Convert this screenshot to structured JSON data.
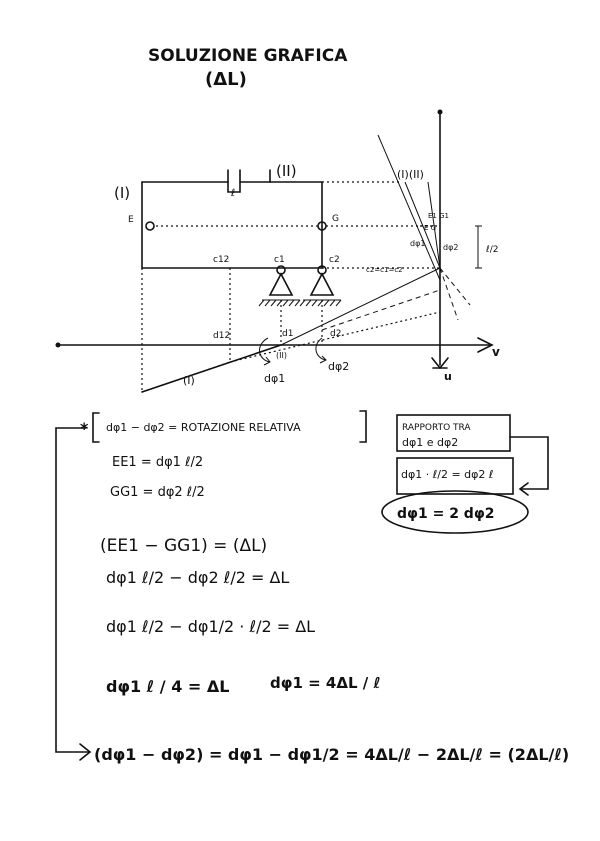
{
  "title": {
    "line1": "SOLUZIONE GRAFICA",
    "line2": "(ΔL)"
  },
  "diagram": {
    "body_I": "(I)",
    "body_II": "(II)",
    "point_E": "E",
    "point_G": "G",
    "point_c12": "c12",
    "point_c1": "c1",
    "point_c2": "c2",
    "point_d12": "d12",
    "point_d1": "d1",
    "point_d2": "d2",
    "label_l_top": "ℓ",
    "label_c_eq": "c2=c1=c2",
    "axis_v": "v",
    "axis_u": "u",
    "dphi1_low": "dφ1",
    "dphi2_low": "dφ2",
    "II_small": "(II)",
    "I_lower": "(I)",
    "right_I_II": "(I)(II)",
    "right_E1G1": "E1 G1",
    "right_E_G": "E G",
    "right_dphi1": "dφ1",
    "right_dphi2": "dφ2",
    "right_l_over_2": "ℓ/2"
  },
  "relation_box": {
    "bracket_star": "*",
    "text": "dφ1 − dφ2 = ROTAZIONE RELATIVA"
  },
  "ratio_box": {
    "line1": "RAPPORTO TRA",
    "line2": "dφ1 e dφ2",
    "eq1": "dφ1 · ℓ/2 = dφ2 ℓ",
    "eq2": "dφ1 = 2 dφ2"
  },
  "equations": {
    "ee1": "EE1 = dφ1 ℓ/2",
    "gg1": "GG1 = dφ2 ℓ/2",
    "e1": "(EE1 − GG1) = (ΔL)",
    "e2": "dφ1 ℓ/2 − dφ2 ℓ/2 = ΔL",
    "e3": "dφ1 ℓ/2 − dφ1/2 · ℓ/2 = ΔL",
    "e4a": "dφ1 ℓ / 4 = ΔL",
    "e4b": "dφ1 = 4ΔL / ℓ",
    "final": "(dφ1 − dφ2) = dφ1 − dφ1/2 = 4ΔL/ℓ − 2ΔL/ℓ = (2ΔL/ℓ)"
  }
}
